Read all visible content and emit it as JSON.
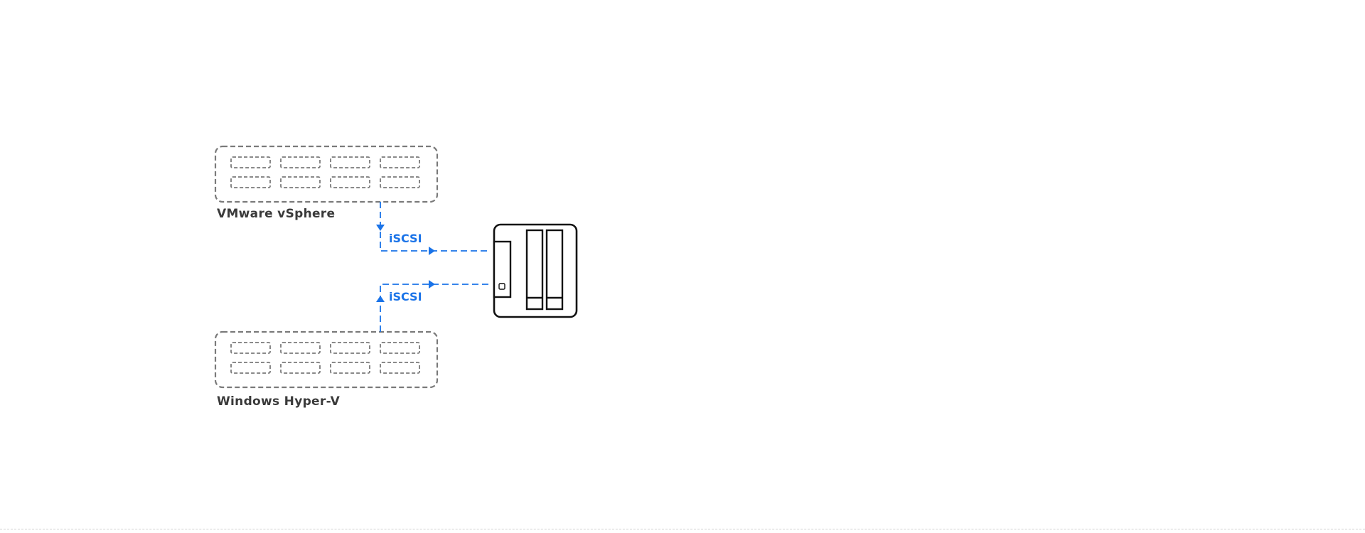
{
  "diagram": {
    "hosts": [
      {
        "label": "VMware vSphere"
      },
      {
        "label": "Windows Hyper-V"
      }
    ],
    "connections": [
      {
        "protocol": "iSCSI"
      },
      {
        "protocol": "iSCSI"
      }
    ],
    "storage_device": {
      "icon": "nas-icon"
    }
  },
  "colors": {
    "host_outline": "#7a7a7a",
    "link": "#1a73e8",
    "device_outline": "#111111",
    "label_text": "#3a3a3a",
    "divider": "#cfcfcf"
  }
}
